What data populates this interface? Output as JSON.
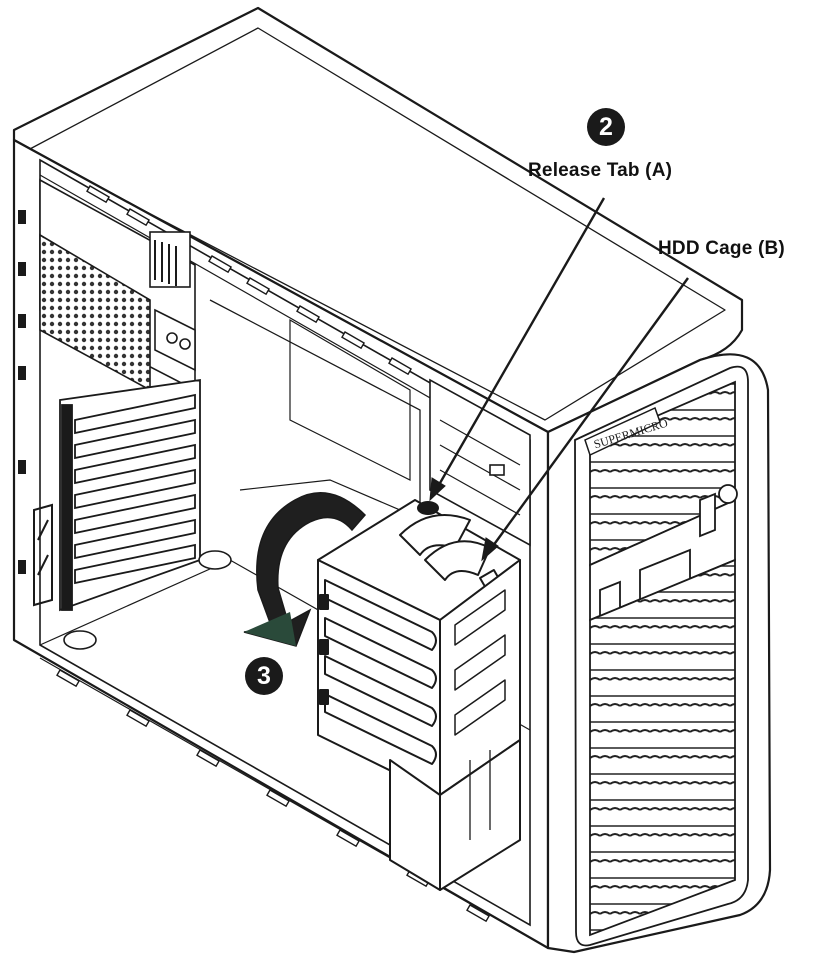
{
  "callouts": {
    "release_tab": {
      "step": "2",
      "label": "Release Tab (A)"
    },
    "hdd_cage": {
      "label": "HDD Cage (B)"
    },
    "rotate_step": {
      "step": "3"
    }
  },
  "brand": {
    "text": "SUPERMICRO"
  },
  "colors": {
    "line": "#1a1a1a",
    "rotation_arrow": "#1f1f1f",
    "rotation_arrow_tip": "#2a4a3a",
    "badge": "#1a1a1a"
  }
}
